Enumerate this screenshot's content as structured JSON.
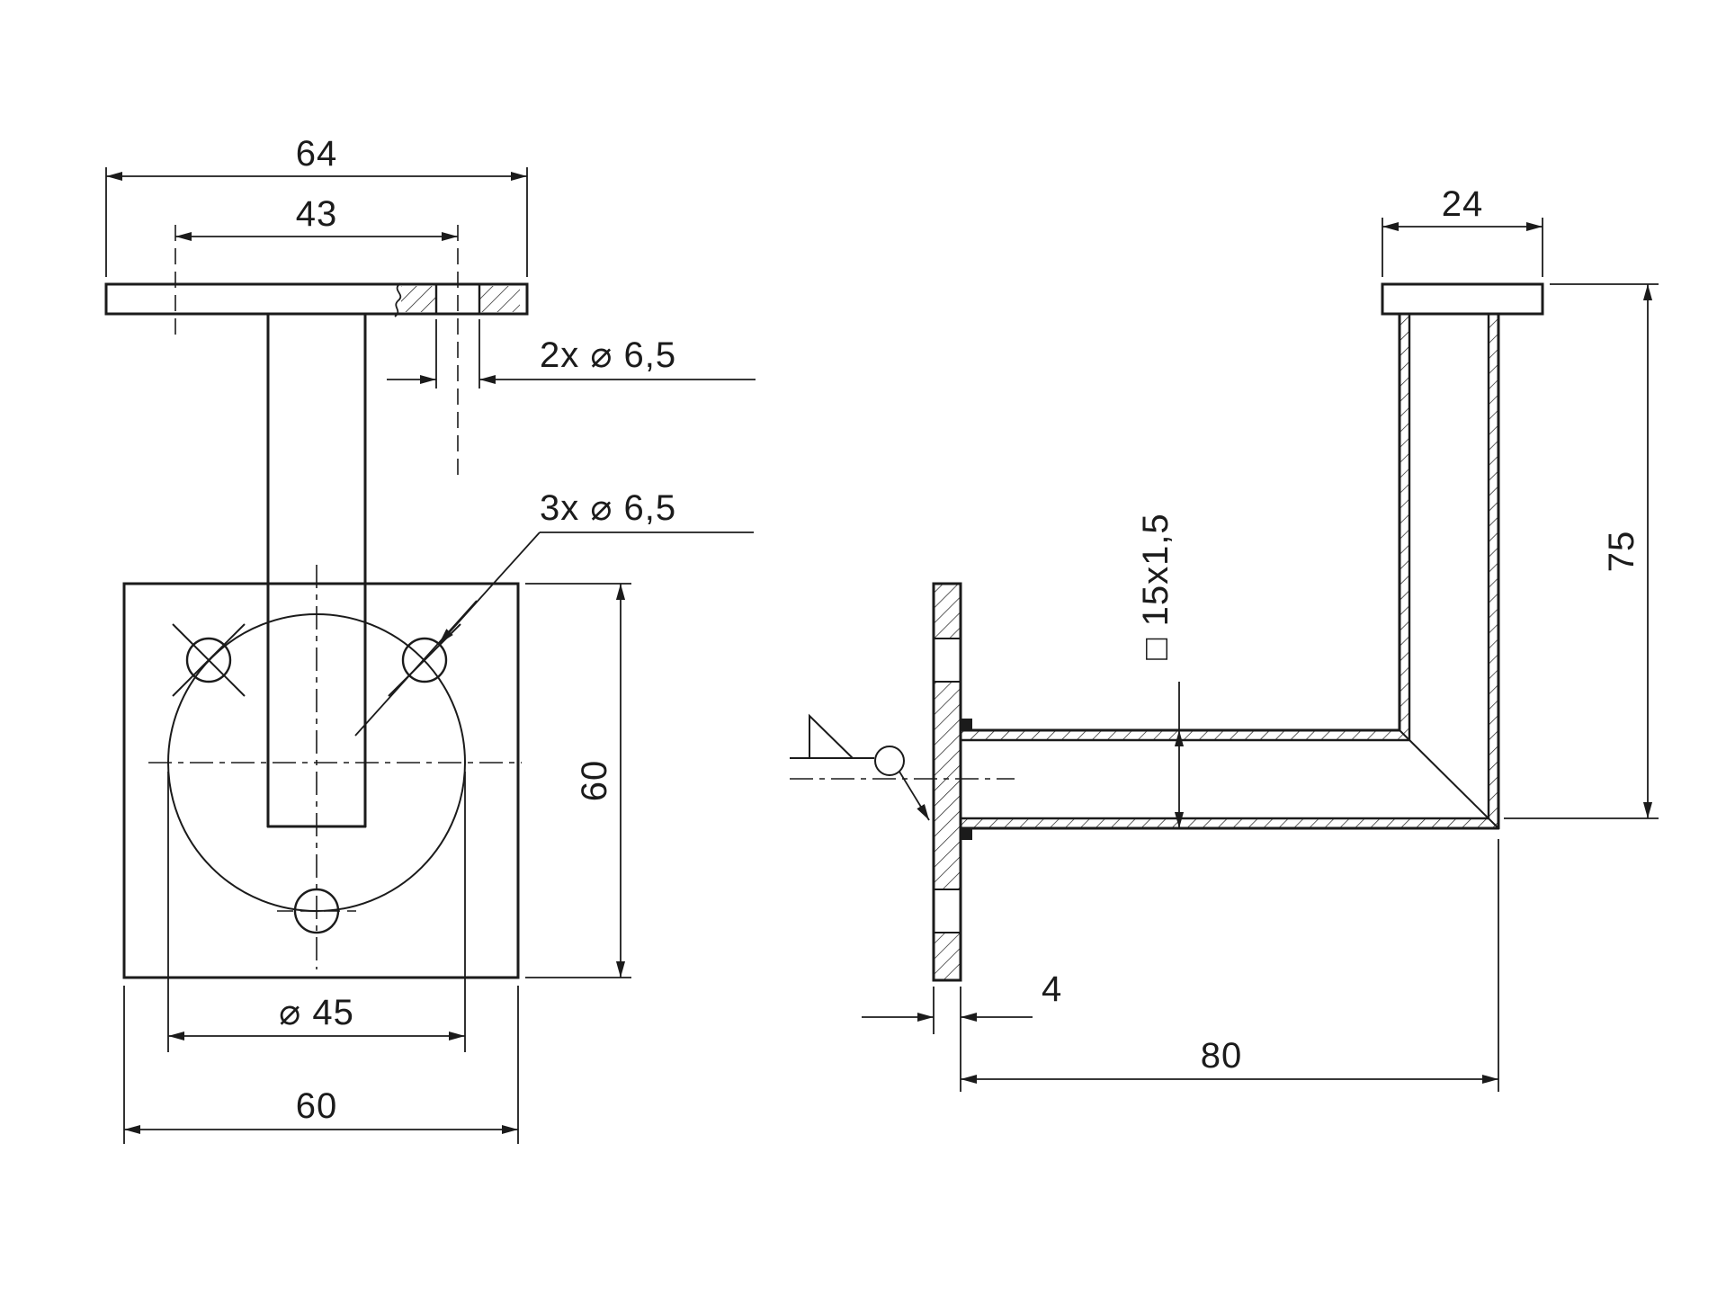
{
  "colors": {
    "ink": "#1b1b1b",
    "background": "#ffffff"
  },
  "front_view": {
    "dim_top_plate_width": "64",
    "dim_top_hole_spacing": "43",
    "label_top_holes": "2x ⌀ 6,5",
    "label_base_holes": "3x ⌀ 6,5",
    "dim_base_height": "60",
    "dim_bolt_circle_diameter": "⌀ 45",
    "dim_base_width": "60"
  },
  "side_view": {
    "dim_handrail_plate_width": "24",
    "dim_overall_height": "75",
    "label_tube_section": "□ 15x1,5",
    "dim_wall_plate_thickness": "4",
    "dim_arm_length": "80"
  }
}
